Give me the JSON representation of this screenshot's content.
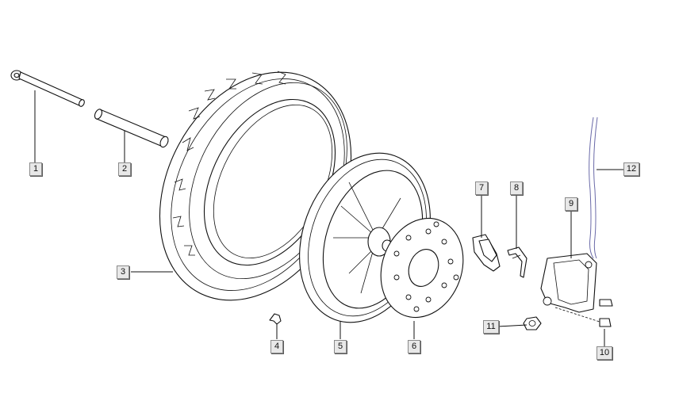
{
  "diagram": {
    "callouts": [
      {
        "number": "1"
      },
      {
        "number": "2"
      },
      {
        "number": "3"
      },
      {
        "number": "4"
      },
      {
        "number": "5"
      },
      {
        "number": "6"
      },
      {
        "number": "7"
      },
      {
        "number": "8"
      },
      {
        "number": "9"
      },
      {
        "number": "10"
      },
      {
        "number": "11"
      },
      {
        "number": "12"
      }
    ]
  },
  "colors": {
    "line": "#111111",
    "label_fill": "#e8e8e8",
    "label_border": "#8a8a8a",
    "brake_line": "#6a6aa8"
  },
  "parts": [
    {
      "icon": "axle-icon"
    },
    {
      "icon": "spacer-sleeve-icon"
    },
    {
      "icon": "tire-icon"
    },
    {
      "icon": "valve-stem-icon"
    },
    {
      "icon": "wheel-rim-icon"
    },
    {
      "icon": "brake-disc-icon"
    },
    {
      "icon": "brake-pads-icon"
    },
    {
      "icon": "pad-spring-icon"
    },
    {
      "icon": "brake-caliper-icon"
    },
    {
      "icon": "caliper-bolt-icon"
    },
    {
      "icon": "axle-nut-icon"
    },
    {
      "icon": "brake-hose-icon"
    }
  ]
}
